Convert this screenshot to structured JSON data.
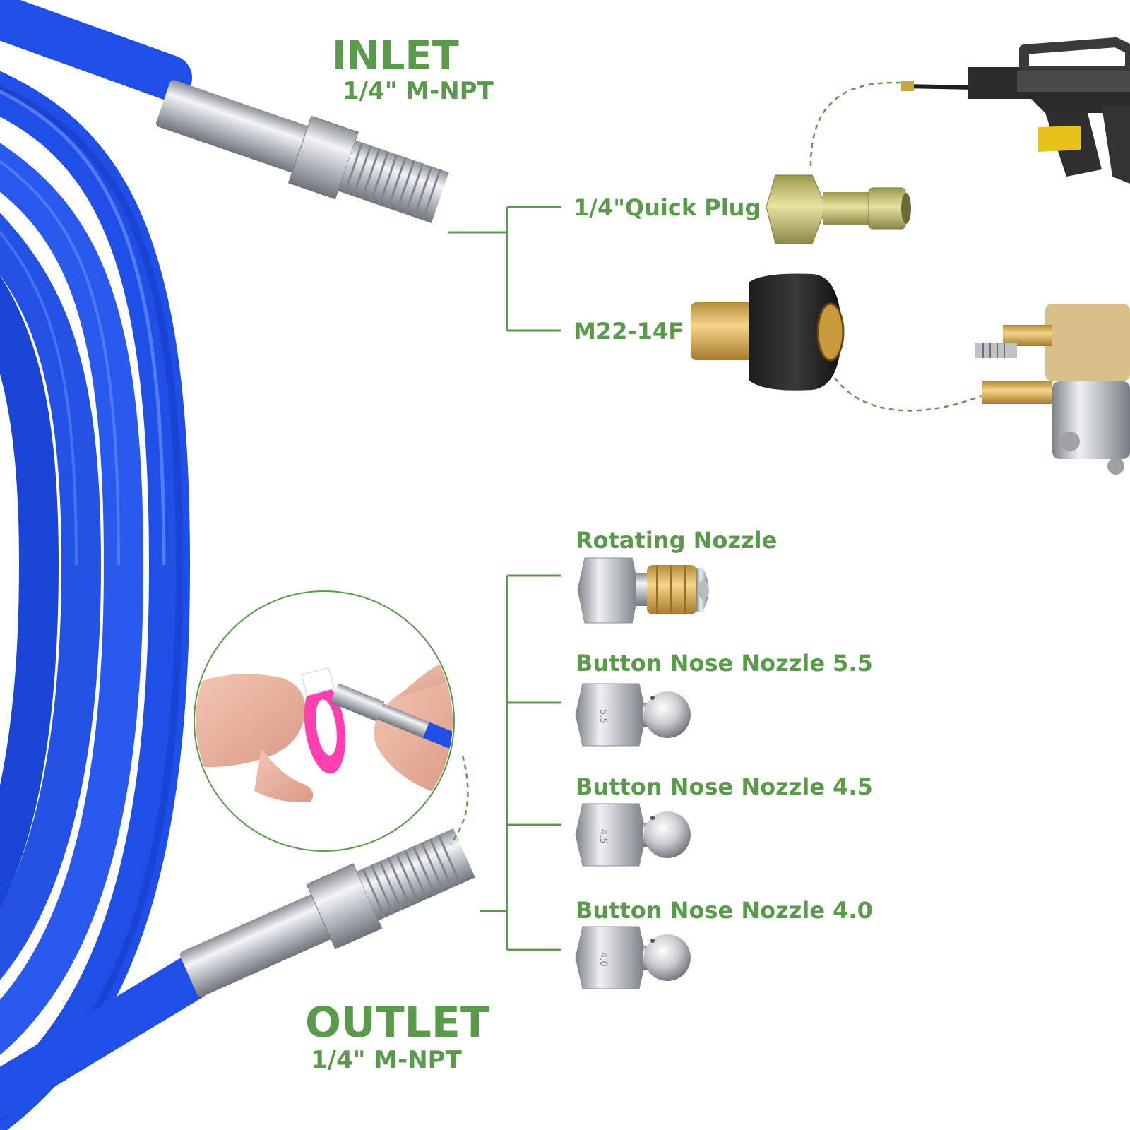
{
  "colors": {
    "label_green": "#5a9a4b",
    "hose_blue": "#1f4fe6",
    "hose_dark": "#0f2fb0",
    "line_green": "#5a9a4b"
  },
  "inlet": {
    "title": "INLET",
    "spec": "1/4\" M-NPT"
  },
  "outlet": {
    "title": "OUTLET",
    "spec": "1/4\" M-NPT"
  },
  "inlet_fittings": [
    {
      "label": "1/4\"Quick Plug"
    },
    {
      "label": "M22-14F"
    }
  ],
  "outlet_nozzles": [
    {
      "label": "Rotating Nozzle"
    },
    {
      "label": "Button Nose Nozzle 5.5",
      "size": "5.5"
    },
    {
      "label": "Button Nose Nozzle 4.5",
      "size": "4.5"
    },
    {
      "label": "Button Nose Nozzle 4.0",
      "size": "4.0"
    }
  ]
}
